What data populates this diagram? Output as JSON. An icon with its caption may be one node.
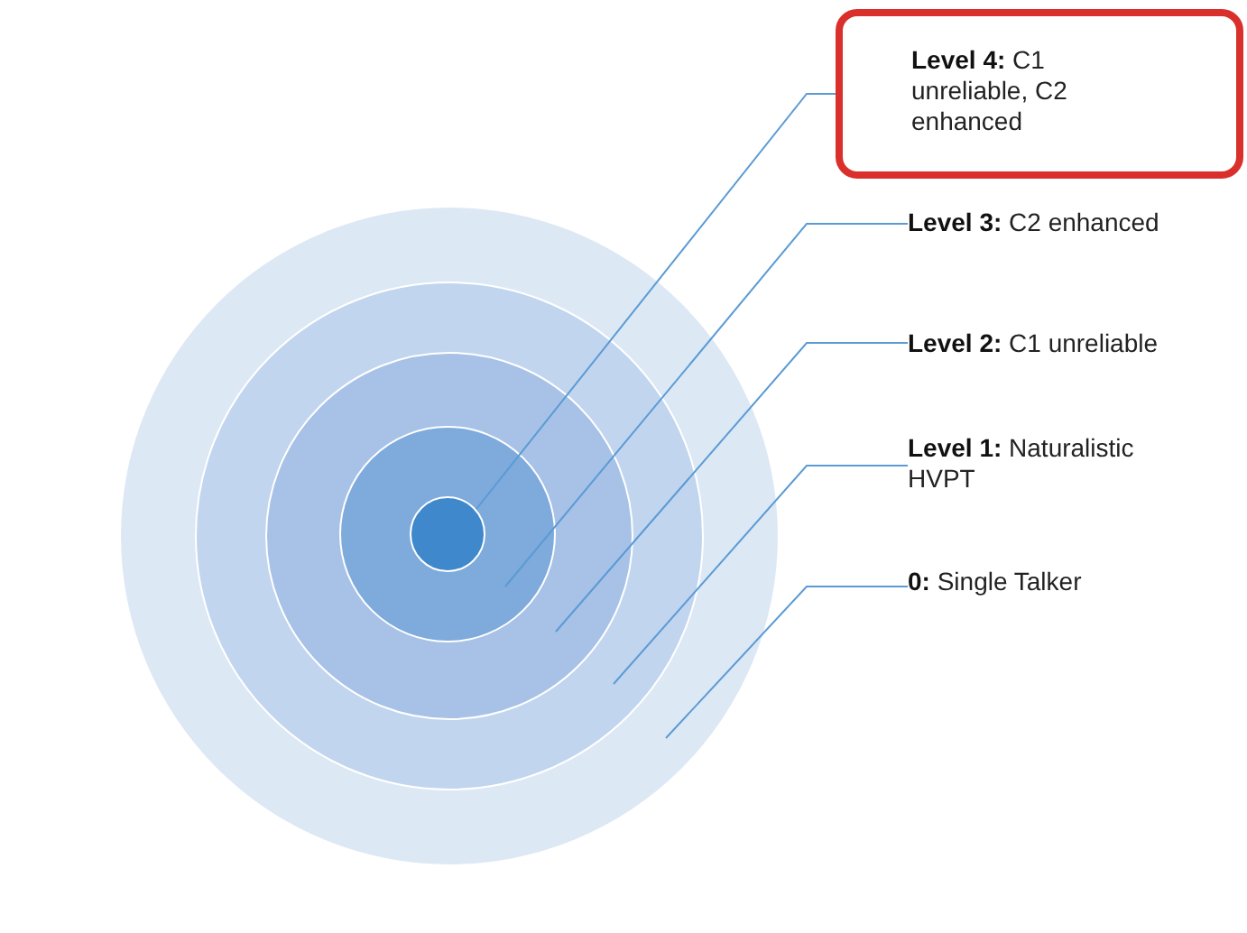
{
  "diagram": {
    "nodes": [
      {
        "text": [
          "**Level 4:** C1 unreliable, C2 enhanced"
        ]
      },
      {
        "text": [
          "**Level 3:** C2 enhanced"
        ]
      },
      {
        "text": [
          "**Level 2:** C1 unreliable"
        ]
      },
      {
        "text": [
          "**Level 1:** Naturalistic HVPT"
        ]
      },
      {
        "text": [
          "**0:** Single Talker"
        ]
      },
      {
        "text": [],
        "shape": "circle"
      },
      {
        "text": [],
        "shape": "circle",
        "in": 5
      },
      {
        "text": [],
        "shape": "circle",
        "in": 6
      },
      {
        "text": [],
        "shape": "circle",
        "in": 7
      },
      {
        "text": [],
        "shape": "circle",
        "in": 8
      }
    ],
    "edges": [
      {
        "from": 0,
        "to": 9,
        "arrow": "none"
      },
      {
        "from": 1,
        "to": 8,
        "arrow": "none"
      },
      {
        "from": 2,
        "to": 7,
        "arrow": "none"
      },
      {
        "from": 3,
        "to": 6,
        "arrow": "none"
      },
      {
        "from": 4,
        "to": 5,
        "arrow": "none"
      }
    ]
  }
}
